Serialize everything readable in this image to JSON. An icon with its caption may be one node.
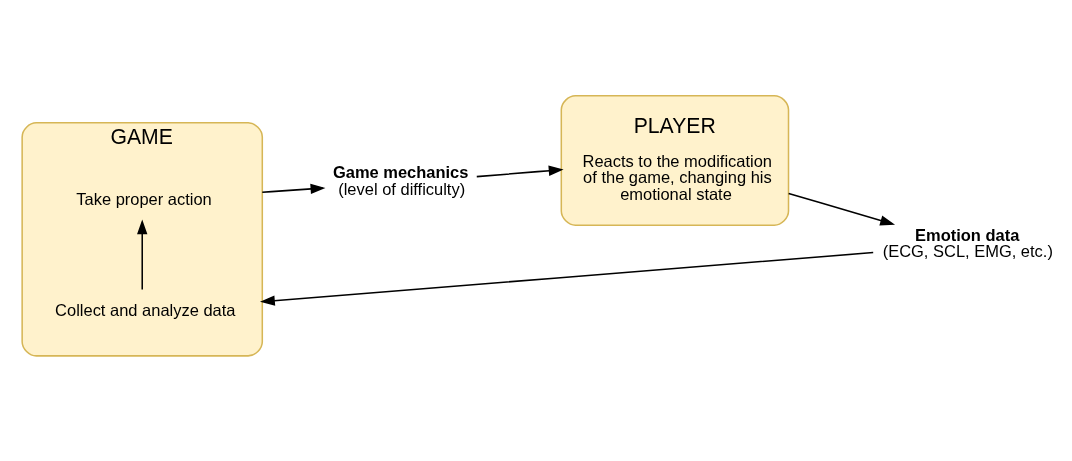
{
  "diagram": {
    "nodes": [
      {
        "text": [
          "GAME"
        ]
      },
      {
        "text": [
          "Take proper action"
        ],
        "in": 0
      },
      {
        "text": [
          "Collect and analyze data"
        ],
        "in": 0
      },
      {
        "text": [
          "PLAYER",
          "Reacts to the modification of the game, changing his emotional state"
        ]
      },
      {
        "text": [
          "Game mechanics",
          "(level of difficulty)"
        ]
      },
      {
        "text": [
          "Emotion data",
          "(ECG, SCL, EMG, etc.)"
        ]
      }
    ],
    "edges": [
      {
        "from": 0,
        "to": 4,
        "arrow": "to"
      },
      {
        "from": 4,
        "to": 3,
        "arrow": "to"
      },
      {
        "from": 3,
        "to": 5,
        "arrow": "to"
      },
      {
        "from": 5,
        "to": 0,
        "arrow": "to"
      },
      {
        "from": 2,
        "to": 1,
        "arrow": "to"
      }
    ]
  }
}
